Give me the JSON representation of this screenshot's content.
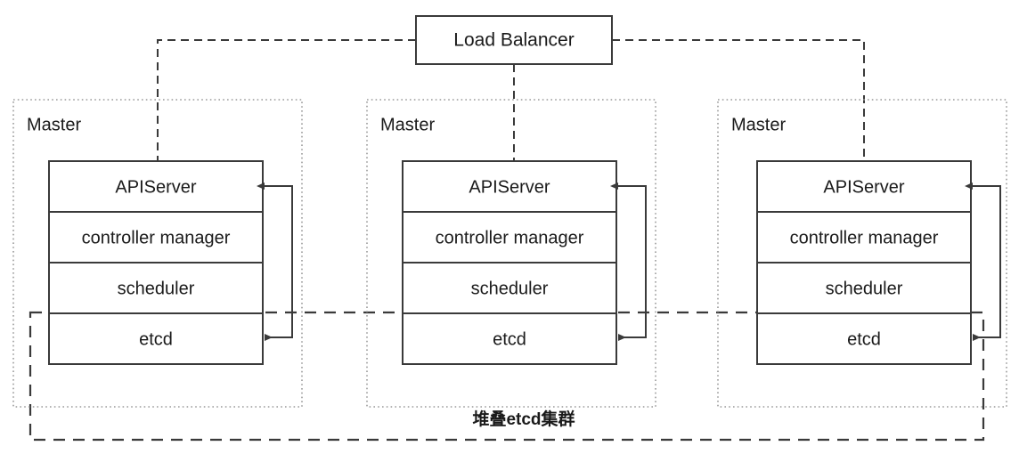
{
  "diagram": {
    "title_node": {
      "label": "Load Balancer",
      "name": "load-balancer"
    },
    "masters": [
      {
        "group_label": "Master",
        "components": [
          {
            "label": "APIServer",
            "name": "apiserver"
          },
          {
            "label": "controller manager",
            "name": "controller-manager"
          },
          {
            "label": "scheduler",
            "name": "scheduler"
          },
          {
            "label": "etcd",
            "name": "etcd"
          }
        ]
      },
      {
        "group_label": "Master",
        "components": [
          {
            "label": "APIServer",
            "name": "apiserver"
          },
          {
            "label": "controller manager",
            "name": "controller-manager"
          },
          {
            "label": "scheduler",
            "name": "scheduler"
          },
          {
            "label": "etcd",
            "name": "etcd"
          }
        ]
      },
      {
        "group_label": "Master",
        "components": [
          {
            "label": "APIServer",
            "name": "apiserver"
          },
          {
            "label": "controller manager",
            "name": "controller-manager"
          },
          {
            "label": "scheduler",
            "name": "scheduler"
          },
          {
            "label": "etcd",
            "name": "etcd"
          }
        ]
      }
    ],
    "etcd_cluster_label": "堆叠etcd集群",
    "colors": {
      "stroke_solid": "#3a3a3a",
      "stroke_dotted": "#9a9a9a",
      "text": "#1a1a1a",
      "background": "#ffffff"
    }
  }
}
